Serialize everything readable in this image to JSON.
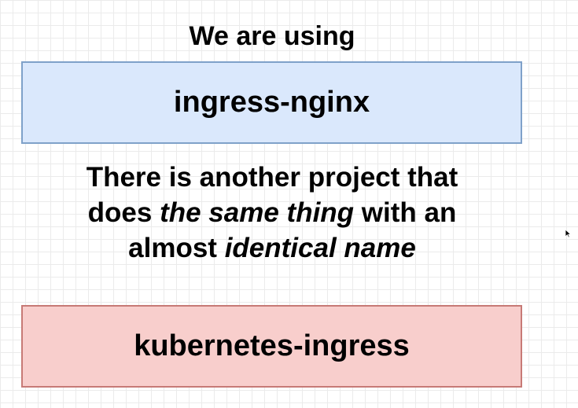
{
  "heading": "We are using",
  "box_top": {
    "label": "ingress-nginx",
    "fill": "#dae8fc",
    "stroke": "#7fa1c9"
  },
  "note": {
    "line1": "There is another project that",
    "line2_a": "does ",
    "line2_em": "the same thing",
    "line2_b": " with an",
    "line3_a": "almost ",
    "line3_em": "identical name"
  },
  "box_bottom": {
    "label": "kubernetes-ingress",
    "fill": "#f8cecc",
    "stroke": "#c77a76"
  },
  "cursor_icon": "mouse-pointer-icon"
}
